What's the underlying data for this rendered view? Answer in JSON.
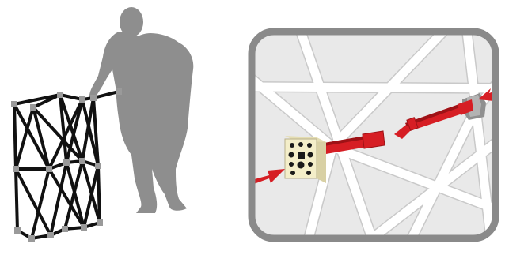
{
  "illustration": {
    "left_panel": {
      "figure": "person-silhouette",
      "object": "folding-scissor-frame"
    },
    "right_panel": {
      "view": "magnified-connector-detail",
      "parts": [
        "connector-hub",
        "red-locking-rod",
        "white-frame-struts"
      ],
      "direction_arrows": 2
    }
  },
  "colors": {
    "silhouette": "#8e8e8e",
    "frame_bar": "#111111",
    "frame_joint": "#9a9a9a",
    "detail_border": "#8a8a8a",
    "detail_background": "#e9e9e9",
    "strut": "#ffffff",
    "strut_outline": "#c9c9c9",
    "rod_red": "#d61e24",
    "rod_red_dark": "#9e1216",
    "hub_cream": "#f4eec9",
    "hub_hole": "#1a1a1a",
    "arrow_red": "#d61e24"
  }
}
